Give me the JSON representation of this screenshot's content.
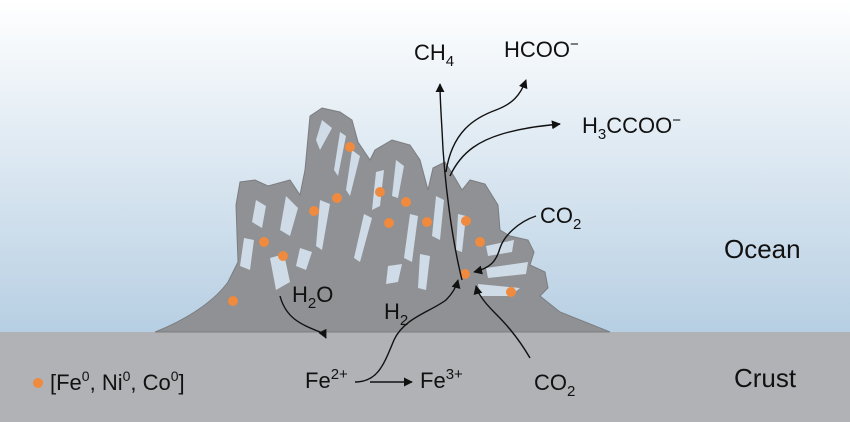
{
  "colors": {
    "sky_top": "#ffffff",
    "sky_bottom": "#b7cfe3",
    "rock": "#8f9194",
    "rock_edge": "#7b7d80",
    "crust": "#b1b2b5",
    "particle": "#ef8a3e",
    "arrow": "#111111"
  },
  "labels": {
    "ch4_main": "CH",
    "ch4_sub": "4",
    "formate": "HCOO",
    "formate_charge": "−",
    "acetate_h": "H",
    "acetate_sub": "3",
    "acetate_main": "CCOO",
    "acetate_charge": "−",
    "co2_ocean_main": "CO",
    "co2_ocean_sub": "2",
    "h2o_h": "H",
    "h2o_sub": "2",
    "h2o_o": "O",
    "h2_h": "H",
    "h2_sub": "2",
    "fe2_main": "Fe",
    "fe2_sup": "2+",
    "fe3_main": "Fe",
    "fe3_sup": "3+",
    "co2_crust_main": "CO",
    "co2_crust_sub": "2",
    "ocean": "Ocean",
    "crust": "Crust",
    "legend_open": "[Fe",
    "legend_fe_sup": "0",
    "legend_ni": ", Ni",
    "legend_ni_sup": "0",
    "legend_co": ", Co",
    "legend_co_sup": "0",
    "legend_close": "]"
  },
  "icons": [
    "particle-dot",
    "arrow-head"
  ]
}
